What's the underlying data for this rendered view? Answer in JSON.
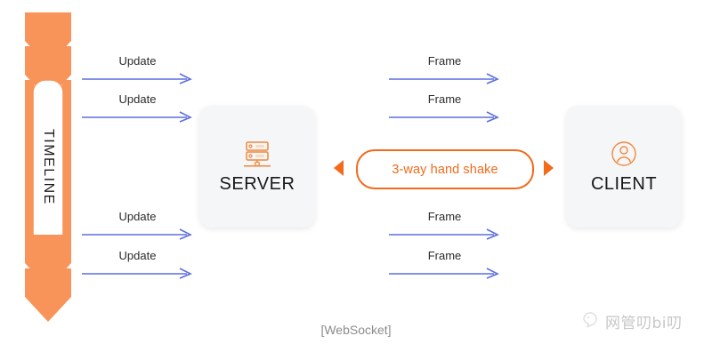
{
  "diagram": {
    "caption": "[WebSocket]",
    "colors": {
      "timeline_orange": "#F8945A",
      "accent_orange": "#F26A1B",
      "arrow_blue": "#5B6FE0",
      "node_bg": "#F5F6F7",
      "caption_gray": "#8B8B8E"
    },
    "timeline": {
      "label": "TIMELINE",
      "icon": "chevron-down-arrow-bar"
    },
    "nodes": [
      {
        "id": "server",
        "label": "SERVER",
        "icon": "server-rack-icon"
      },
      {
        "id": "client",
        "label": "CLIENT",
        "icon": "user-circle-icon"
      }
    ],
    "handshake": {
      "label": "3-way hand shake",
      "left_arrow_icon": "triangle-left-icon",
      "right_arrow_icon": "triangle-right-icon"
    },
    "messages": [
      {
        "id": "update-1",
        "label": "Update",
        "lane": "timeline-to-server",
        "row": 1,
        "direction": "right"
      },
      {
        "id": "update-2",
        "label": "Update",
        "lane": "timeline-to-server",
        "row": 2,
        "direction": "right"
      },
      {
        "id": "update-3",
        "label": "Update",
        "lane": "timeline-to-server",
        "row": 3,
        "direction": "right"
      },
      {
        "id": "update-4",
        "label": "Update",
        "lane": "timeline-to-server",
        "row": 4,
        "direction": "right"
      },
      {
        "id": "frame-1",
        "label": "Frame",
        "lane": "server-to-client",
        "row": 1,
        "direction": "right"
      },
      {
        "id": "frame-2",
        "label": "Frame",
        "lane": "server-to-client",
        "row": 2,
        "direction": "right"
      },
      {
        "id": "frame-3",
        "label": "Frame",
        "lane": "server-to-client",
        "row": 3,
        "direction": "right"
      },
      {
        "id": "frame-4",
        "label": "Frame",
        "lane": "server-to-client",
        "row": 4,
        "direction": "right"
      }
    ],
    "watermark": {
      "text": "网管叨bi叨",
      "icon": "bird-logo-icon"
    }
  }
}
